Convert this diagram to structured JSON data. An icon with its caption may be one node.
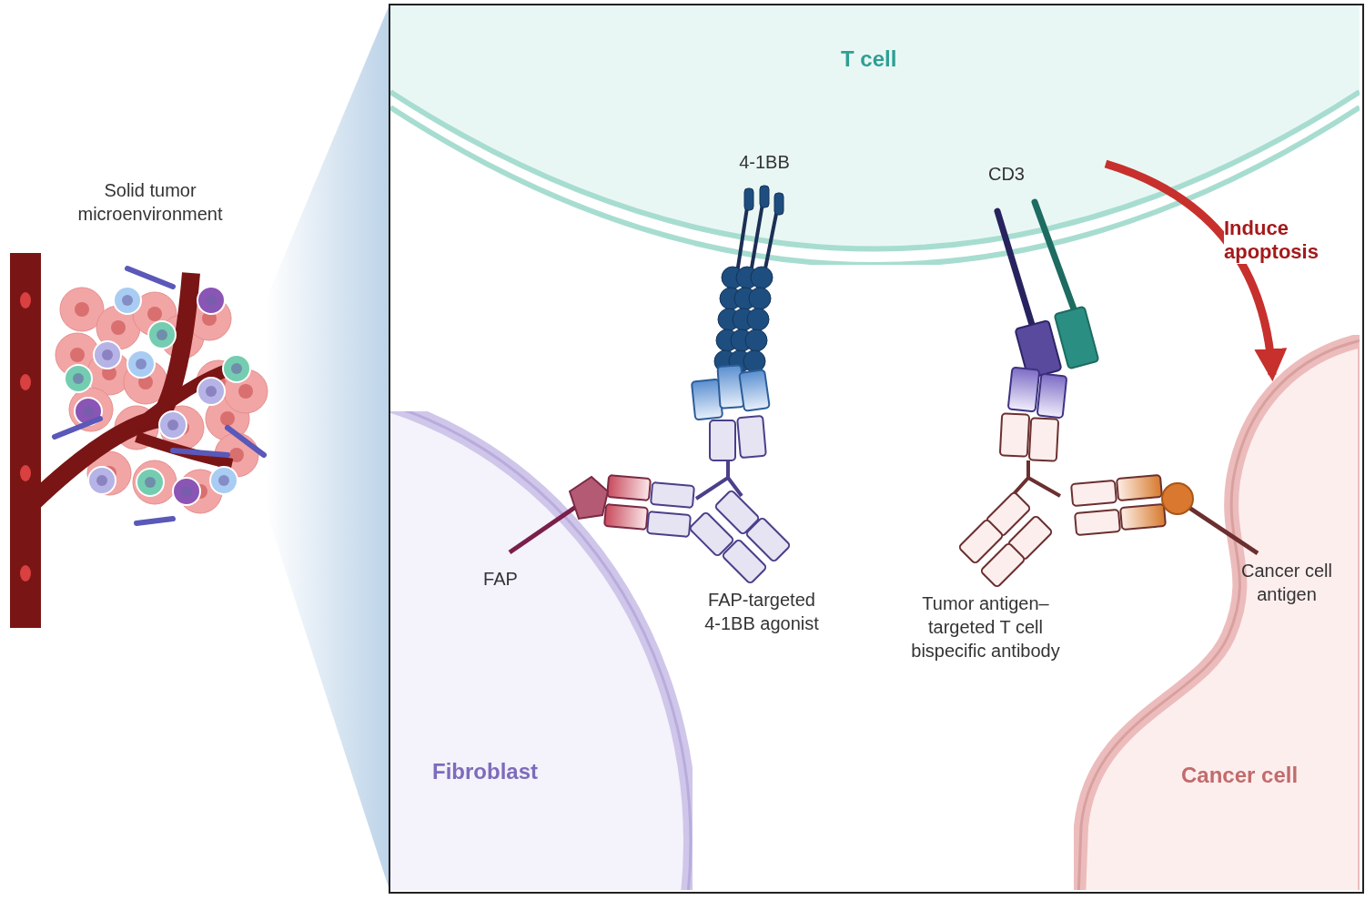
{
  "diagram": {
    "nodes": [
      {
        "text": [
          "T cell"
        ]
      },
      {
        "text": [
          "Fibroblast"
        ]
      },
      {
        "text": [
          "Cancer cell"
        ]
      }
    ],
    "edges": [
      {
        "from": 0,
        "to": 2,
        "arrow": "to",
        "label": "Induce apoptosis"
      }
    ],
    "labels": [
      "Solid tumor microenvironment",
      "4-1BB",
      "CD3",
      "FAP",
      "FAP-targeted 4-1BB agonist",
      "Tumor antigen–targeted T cell bispecific antibody",
      "Cancer cell antigen"
    ]
  }
}
